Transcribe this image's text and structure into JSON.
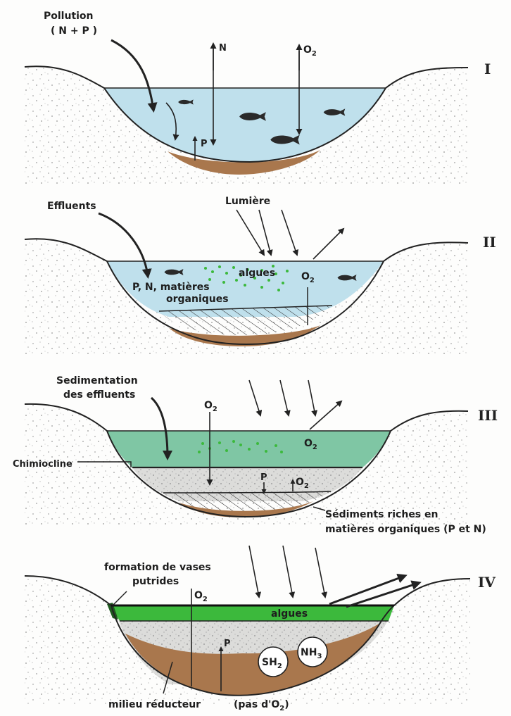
{
  "colors": {
    "water_blue": "#bfe0ec",
    "water_green": "#7fc6a4",
    "algae_green": "#3cb93c",
    "sediment_brown": "#a9774d",
    "soil_speckle": "#a8a8a8",
    "sediment_grey": "#d9d9d6"
  },
  "panel1": {
    "roman": "I",
    "pollution": "Pollution",
    "np": "( N + P )",
    "n": "N",
    "o2_o": "O",
    "o2_sub": "2",
    "p": "P"
  },
  "panel2": {
    "roman": "II",
    "effluents": "Effluents",
    "lumiere": "Lumière",
    "algues": "algues",
    "o2_o": "O",
    "o2_sub": "2",
    "pn_line1": "P, N, matières",
    "pn_line2": "organiques"
  },
  "panel3": {
    "roman": "III",
    "sed_line1": "Sedimentation",
    "sed_line2": "des effluents",
    "o2_top_o": "O",
    "o2_top_sub": "2",
    "o2_water_o": "O",
    "o2_water_sub": "2",
    "chimiocline": "Chimiocline",
    "p": "P",
    "o2_sed_o": "O",
    "o2_sed_sub": "2",
    "sediments_line1": "Sédiments riches en",
    "sediments_line2": "matières organiques (P et N)"
  },
  "panel4": {
    "roman": "IV",
    "vases_line1": "formation de vases",
    "vases_line2": "putrides",
    "o2_o": "O",
    "o2_sub": "2",
    "algues": "algues",
    "p": "P",
    "sh2_base": "SH",
    "sh2_sub": "2",
    "nh3_base": "NH",
    "nh3_sub": "3",
    "milieu": "milieu réducteur",
    "pas_open": "(pas d'O",
    "pas_sub": "2",
    "pas_close": ")"
  }
}
